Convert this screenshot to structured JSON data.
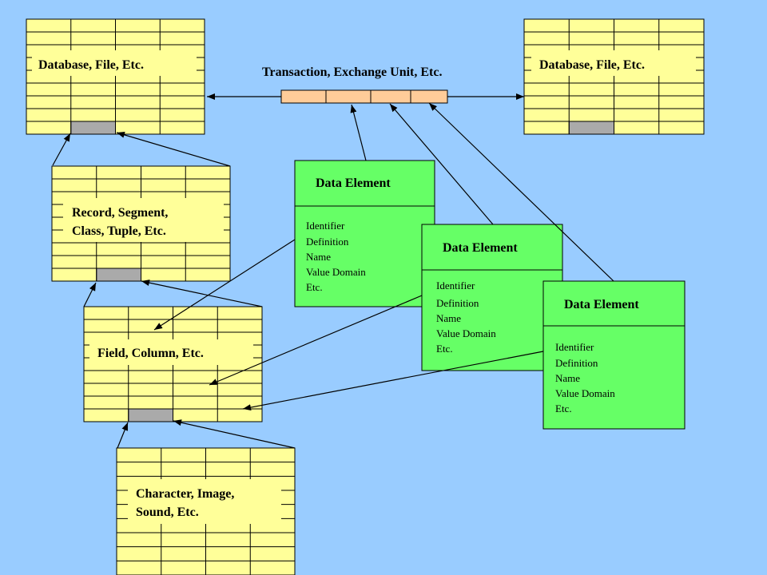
{
  "colors": {
    "background": "#99ccff",
    "table_fill": "#ffff99",
    "label_fill": "#ffff99",
    "key_cell": "#aaaaaa",
    "data_element_fill": "#66ff66",
    "transaction_fill": "#ffcc99",
    "line": "#000000"
  },
  "tables": {
    "db_left": {
      "label": "Database, File, Etc."
    },
    "db_right": {
      "label": "Database, File, Etc."
    },
    "record": {
      "label_line1": "Record, Segment,",
      "label_line2": "Class, Tuple, Etc."
    },
    "field": {
      "label": "Field, Column, Etc."
    },
    "character": {
      "label_line1": "Character, Image,",
      "label_line2": "Sound, Etc."
    }
  },
  "transaction": {
    "label": "Transaction, Exchange Unit, Etc."
  },
  "data_elements": [
    {
      "title": "Data Element",
      "fields": [
        "Identifier",
        "Definition",
        "Name",
        "Value Domain",
        "Etc."
      ]
    },
    {
      "title": "Data Element",
      "fields": [
        "Identifier",
        "Definition",
        "Name",
        "Value Domain",
        "Etc."
      ]
    },
    {
      "title": "Data Element",
      "fields": [
        "Identifier",
        "Definition",
        "Name",
        "Value Domain",
        "Etc."
      ]
    }
  ]
}
